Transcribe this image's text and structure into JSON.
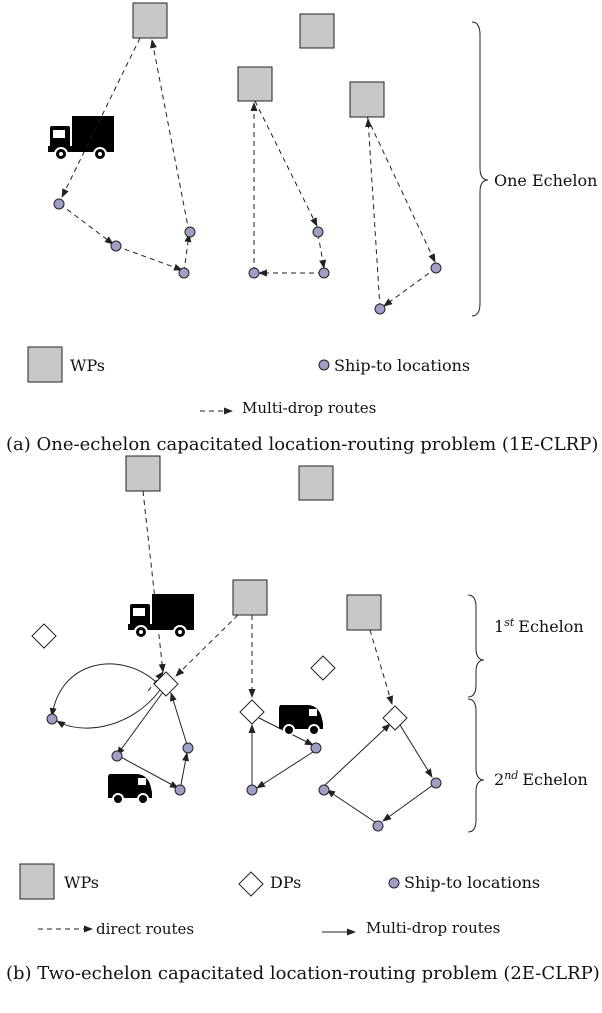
{
  "panel_a": {
    "brace_label": "One Echelon",
    "legend": {
      "wps": "WPs",
      "ship_to": "Ship-to locations",
      "multi_drop": "Multi-drop routes"
    },
    "caption": "(a) One-echelon capacitated location-routing problem (1E-CLRP)"
  },
  "panel_b": {
    "brace_label_1": "1st Echelon",
    "brace_label_1_base": "1",
    "brace_label_1_sup": "st",
    "brace_label_1_rest": "Echelon",
    "brace_label_2_base": "2",
    "brace_label_2_sup": "nd",
    "brace_label_2_rest": "Echelon",
    "legend": {
      "wps": "WPs",
      "dps": "DPs",
      "ship_to": "Ship-to locations",
      "direct": "direct routes",
      "multi_drop": "Multi-drop routes"
    },
    "caption": "(b) Two-echelon capacitated location-routing problem (2E-CLRP)"
  },
  "colors": {
    "wp_fill": "#c8c8c8",
    "node_fill": "#9e9ec6",
    "stroke": "#222222"
  }
}
